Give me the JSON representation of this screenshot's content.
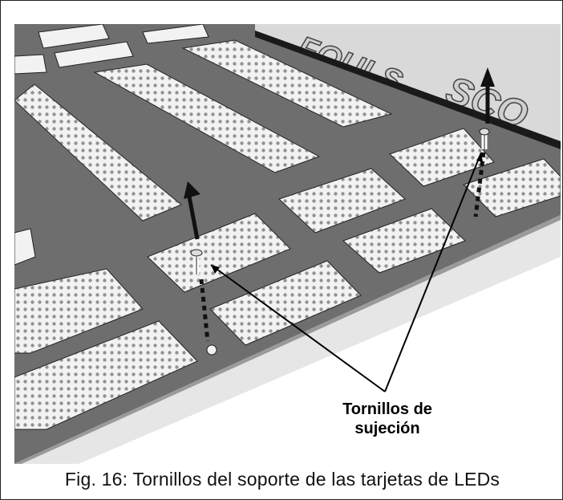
{
  "figure": {
    "panel_lettering": [
      "FOULS",
      "SCO"
    ],
    "callout_line1": "Tornillos de",
    "callout_line2": "sujeción",
    "caption": "Fig. 16: Tornillos del soporte de las tarjetas de LEDs"
  }
}
